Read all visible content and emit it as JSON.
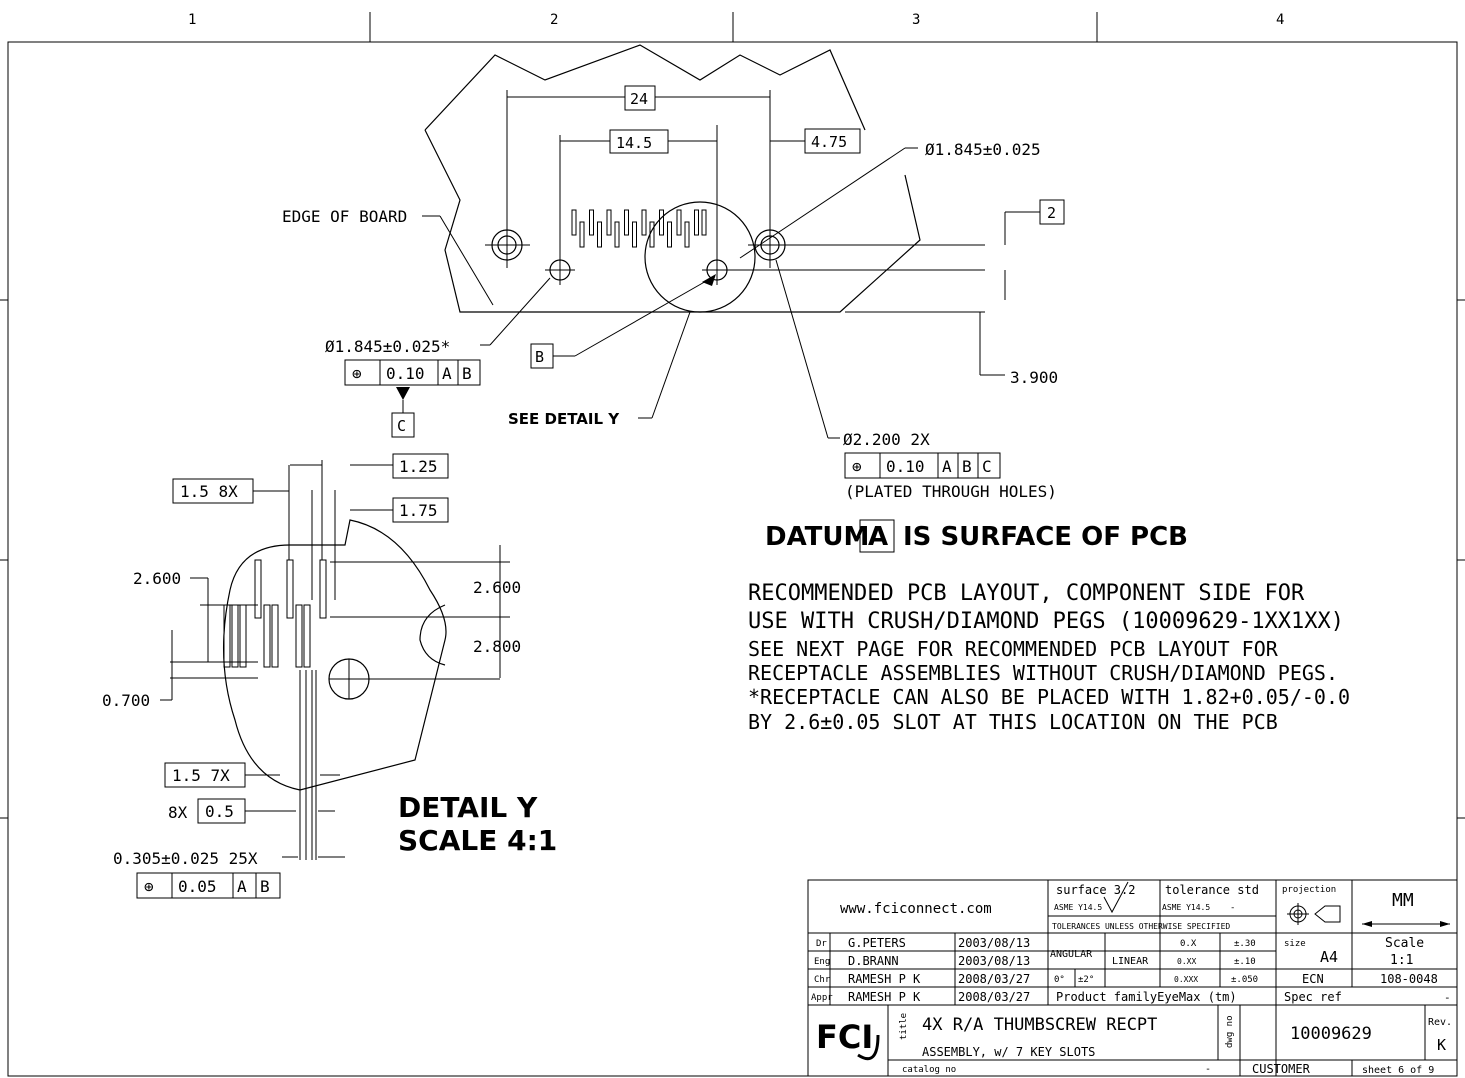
{
  "zones": [
    "1",
    "2",
    "3",
    "4"
  ],
  "dims": {
    "d24": "24",
    "d14_5": "14.5",
    "d4_75": "4.75",
    "hole_dia_top": "Ø1.845±0.025",
    "d2": "2",
    "d3_900": "3.900",
    "hole_dia_star": "Ø1.845±0.025*",
    "fcf_hole": [
      "⊕",
      "0.10",
      "A",
      "B"
    ],
    "datum_c": "C",
    "datum_b": "B",
    "see_detail": "SEE DETAIL  Y",
    "plated_dia": "Ø2.200 2X",
    "fcf_plated": [
      "⊕",
      "0.10",
      "A",
      "B",
      "C"
    ],
    "plated_note": "(PLATED THROUGH HOLES)",
    "edge_of_board": "EDGE OF BOARD"
  },
  "datum_note": {
    "prefix": "DATUM",
    "letter": "A",
    "suffix": "IS SURFACE OF PCB"
  },
  "notes_large": [
    "RECOMMENDED PCB LAYOUT, COMPONENT SIDE FOR",
    "USE WITH CRUSH/DIAMOND PEGS (10009629-1XX1XX)"
  ],
  "notes_small": [
    "SEE NEXT PAGE FOR RECOMMENDED PCB LAYOUT FOR",
    "RECEPTACLE ASSEMBLIES WITHOUT CRUSH/DIAMOND PEGS.",
    "*RECEPTACLE CAN ALSO BE PLACED WITH 1.82+0.05/-0.0",
    "BY 2.6±0.05 SLOT AT THIS LOCATION ON THE PCB"
  ],
  "detail": {
    "d1_25": "1.25",
    "d1_5_8x": "1.5 8X",
    "d1_75": "1.75",
    "d2_600_left": "2.600",
    "d2_600_right": "2.600",
    "d2_800": "2.800",
    "d0_700": "0.700",
    "d1_5_7x": "1.5 7X",
    "d8x": "8X",
    "d0_5": "0.5",
    "d0_305": "0.305±0.025 25X",
    "fcf_pad": [
      "⊕",
      "0.05",
      "A",
      "B"
    ],
    "title": "DETAIL  Y",
    "scale": "SCALE  4:1"
  },
  "titleblock": {
    "website": "www.fciconnect.com",
    "surface": "surface 3.2",
    "asme1": "ASME Y14.5",
    "tol_std": "tolerance std",
    "asme2": "ASME Y14.5",
    "tol_dash": "-",
    "tol_unless": "TOLERANCES UNLESS OTHERWISE SPECIFIED",
    "projection_label": "projection",
    "units": "MM",
    "rows": [
      {
        "role": "Dr",
        "name": "G.PETERS",
        "date": "2003/08/13"
      },
      {
        "role": "Eng",
        "name": "D.BRANN",
        "date": "2003/08/13"
      },
      {
        "role": "Chr",
        "name": "RAMESH P K",
        "date": "2008/03/27"
      },
      {
        "role": "Appr",
        "name": "RAMESH P K",
        "date": "2008/03/27"
      }
    ],
    "angular": "ANGULAR",
    "angular_vals": [
      "0°",
      "±2°"
    ],
    "linear": "LINEAR",
    "lin_rows": [
      [
        "0.X",
        "±.30"
      ],
      [
        "0.XX",
        "±.10"
      ],
      [
        "0.XXX",
        "±.050"
      ]
    ],
    "size_label": "size",
    "size": "A4",
    "scale_label": "Scale",
    "scale": "1:1",
    "ecn_label": "ECN",
    "ecn": "108-0048",
    "product_family": "Product familyEyeMax (tm)",
    "spec_ref": "Spec ref",
    "spec_dash": "-",
    "logo": "FCI",
    "title_label": "title",
    "title1": "4X R/A THUMBSCREW RECPT",
    "title2": "ASSEMBLY, w/ 7 KEY SLOTS",
    "dwg_label": "dwg no",
    "dwg_no": "10009629",
    "rev_label": "Rev.",
    "rev": "K",
    "catalog_label": "catalog no",
    "catalog_dash": "-",
    "customer": "CUSTOMER",
    "sheet": "sheet 6 of 9"
  }
}
